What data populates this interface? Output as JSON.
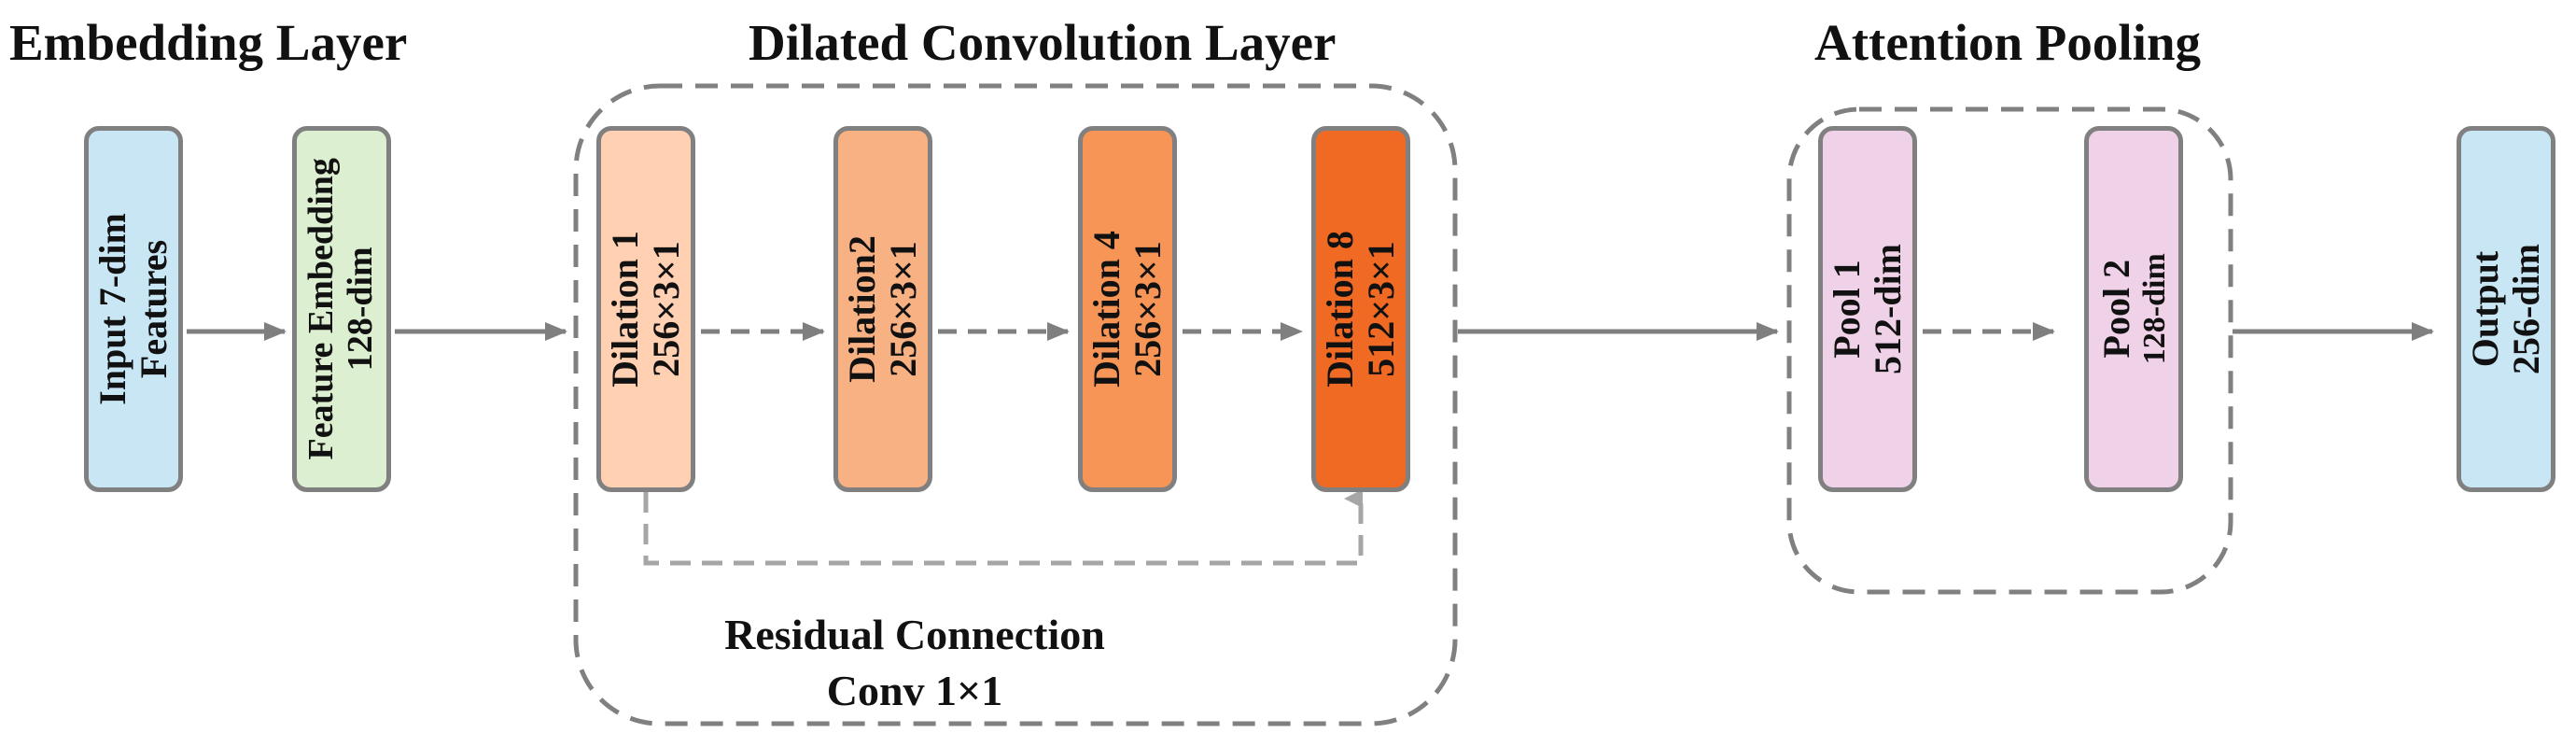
{
  "sections": {
    "embedding": "Embedding Layer",
    "dilated": "Dilated Convolution Layer",
    "attention": "Attention Pooling"
  },
  "blocks": {
    "input": {
      "line1": "Input 7-dim",
      "line2": "Features"
    },
    "embedding": {
      "line1": "Feature Embedding",
      "line2": "128-dim"
    },
    "dilation1": {
      "line1": "Dilation 1",
      "line2": "256×3×1"
    },
    "dilation2": {
      "line1": "Dilation2",
      "line2": "256×3×1"
    },
    "dilation4": {
      "line1": "Dilation 4",
      "line2": "256×3×1"
    },
    "dilation8": {
      "line1": "Dilation 8",
      "line2": "512×3×1"
    },
    "pool1": {
      "line1": "Pool 1",
      "line2": "512-dim"
    },
    "pool2": {
      "line1": "Pool 2",
      "line2": "128-dim"
    },
    "output": {
      "line1": "Output",
      "line2": "256-dim"
    }
  },
  "residual": {
    "line1": "Residual Connection",
    "line2": "Conv 1×1"
  },
  "colors": {
    "input": "#c9e6f5",
    "embedding": "#dcefd1",
    "dilation1": "#ffd0b1",
    "dilation2": "#f8b183",
    "dilation4": "#f79556",
    "dilation8": "#f06a24",
    "pool": "#efd2e8",
    "output": "#c9e6f5",
    "border": "#808080",
    "arrow": "#7f7f7f",
    "residual_arrow": "#a6a6a6"
  }
}
